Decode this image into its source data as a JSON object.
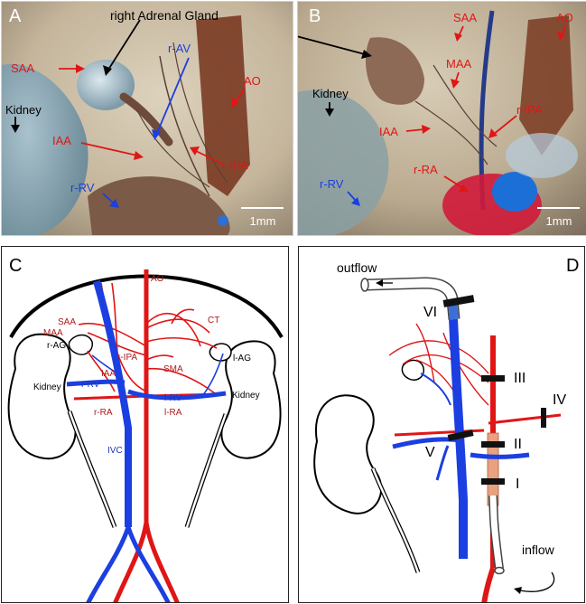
{
  "panel_a": {
    "letter": "A",
    "gland_title": "right Adrenal Gland",
    "labels": {
      "saa": "SAA",
      "r_av": "r-AV",
      "ao": "AO",
      "kidney": "Kidney",
      "iaa": "IAA",
      "r_ipa": "r-IPA",
      "r_rv": "r-RV"
    },
    "scale": "1mm"
  },
  "panel_b": {
    "letter": "B",
    "labels": {
      "saa": "SAA",
      "ao": "AO",
      "maa": "MAA",
      "kidney": "Kidney",
      "r_ipa": "r-IPA",
      "iaa": "IAA",
      "r_ra": "r-RA",
      "r_rv": "r-RV"
    },
    "scale": "1mm"
  },
  "panel_c": {
    "letter": "C",
    "labels": {
      "ao": "AO",
      "ct": "CT",
      "saa": "SAA",
      "maa": "MAA",
      "r_ag": "r-AG",
      "r_ipa": "r-IPA",
      "l_ag": "l-AG",
      "sma": "SMA",
      "iaa": "IAA",
      "r_rv": "r-RV",
      "kidney_left": "Kidney",
      "kidney_right": "Kidney",
      "l_rv": "l-RV",
      "r_ra": "r-RA",
      "l_ra": "l-RA",
      "ivc": "IVC"
    }
  },
  "panel_d": {
    "letter": "D",
    "labels": {
      "outflow": "outflow",
      "inflow": "inflow"
    },
    "ligatures": {
      "vi": "VI",
      "iii": "III",
      "iv": "IV",
      "ii": "II",
      "v": "V",
      "i": "I"
    }
  },
  "colors": {
    "artery": "#e01616",
    "vein": "#1b3fe0",
    "artery_text": "#b01818",
    "vein_text": "#1f35b8",
    "cannula_fill": "#3a6fd8",
    "aorta_segment": "#e8a27f"
  }
}
